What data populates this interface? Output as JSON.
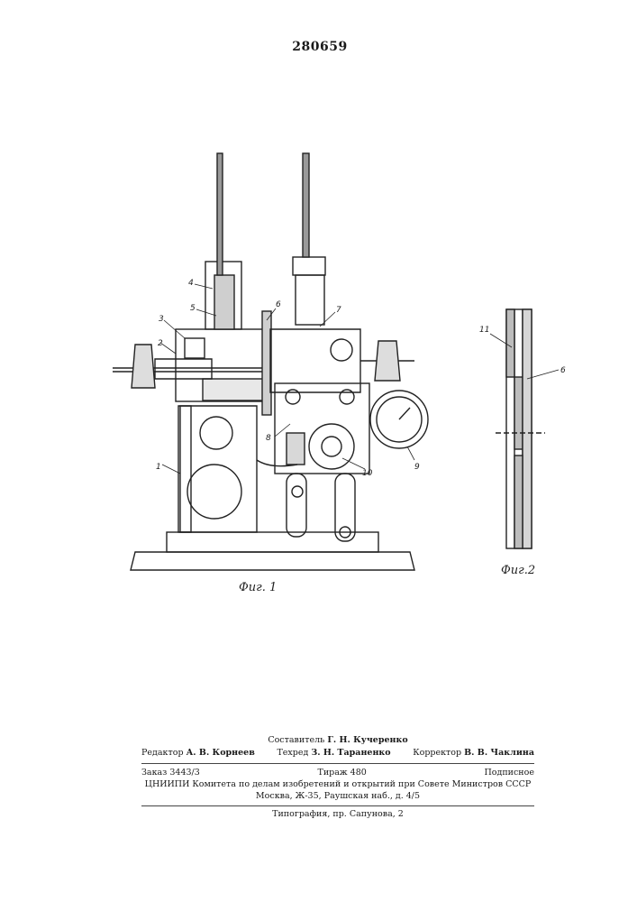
{
  "header": {
    "patent_number": "280659"
  },
  "figures": {
    "fig1": {
      "caption": "Фиг. 1",
      "labels": [
        "1",
        "2",
        "3",
        "4",
        "5",
        "6",
        "7",
        "8",
        "9",
        "10"
      ]
    },
    "fig2": {
      "caption": "Фиг.2",
      "labels": [
        "11",
        "6"
      ]
    }
  },
  "credits": {
    "compiler_label": "Составитель",
    "compiler_name": "Г. Н. Кучеренко",
    "editor_label": "Редактор",
    "editor_name": "А. В. Корнеев",
    "techred_label": "Техред",
    "techred_name": "З. Н. Тараненко",
    "corrector_label": "Корректор",
    "corrector_name": "В. В. Чаклина",
    "order": "Заказ 3443/3",
    "print_run": "Тираж 480",
    "subscription": "Подписное",
    "org_line1": "ЦНИИПИ Комитета по делам изобретений и открытий при Совете Министров СССР",
    "org_line2": "Москва, Ж-35, Раушская наб., д. 4/5",
    "printer": "Типография, пр. Сапунова, 2"
  }
}
